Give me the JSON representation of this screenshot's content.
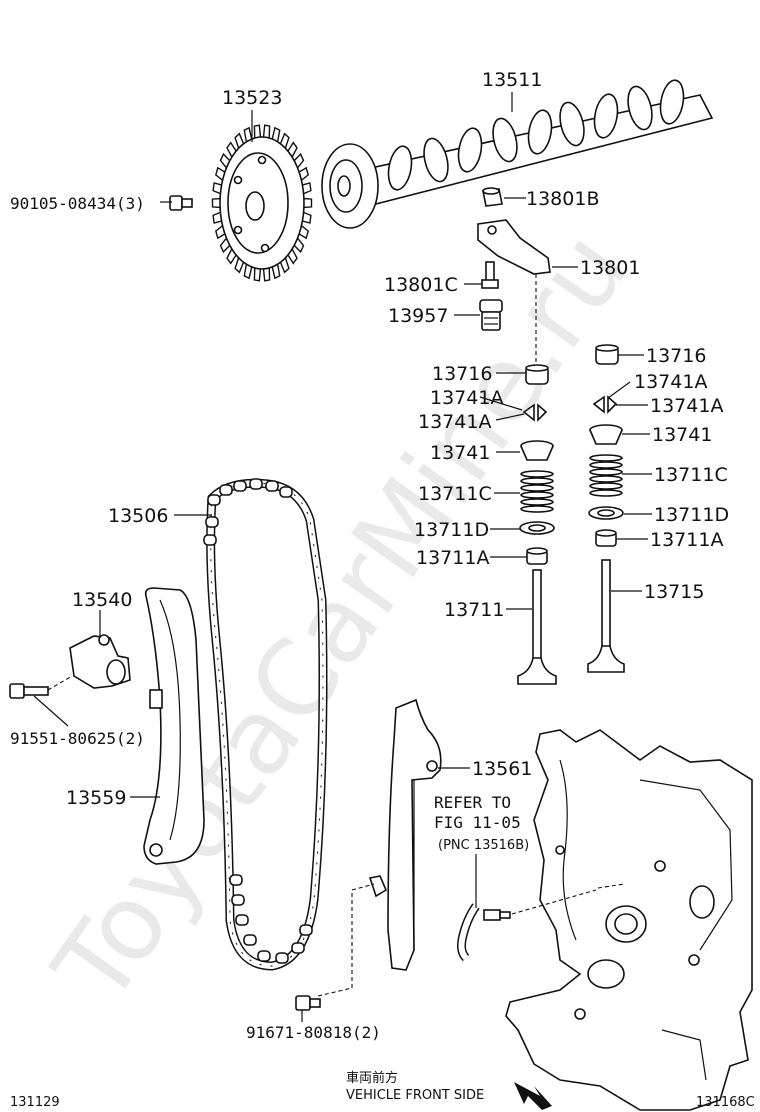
{
  "watermark": "ToyotaCarMine.ru",
  "parts": {
    "camshaft_gear": "13523",
    "camshaft": "13511",
    "gear_bolt": "90105-08434(3)",
    "rocker_nut": "13801B",
    "rocker_arm": "13801",
    "rocker_screw": "13801C",
    "lash_adjuster": "13957",
    "shim_left": "13716",
    "shim_right": "13716",
    "keeper_left_1": "13741A",
    "keeper_left_2": "13741A",
    "keeper_right_1": "13741A",
    "keeper_right_2": "13741A",
    "retainer_left": "13741",
    "retainer_right": "13741",
    "spring_left": "13711C",
    "spring_right": "13711C",
    "spring_seat_left": "13711D",
    "spring_seat_right": "13711D",
    "valve_seal_left": "13711A",
    "valve_seal_right": "13711A",
    "intake_valve": "13711",
    "exhaust_valve": "13715",
    "timing_chain": "13506",
    "chain_tensioner": "13540",
    "tensioner_bolt": "91551-80625(2)",
    "tensioner_slipper": "13559",
    "chain_damper": "13561",
    "damper_bolt": "91671-80818(2)"
  },
  "refer": {
    "line1": "REFER TO",
    "line2": "FIG 11-05",
    "line3": "(PNC 13516B)"
  },
  "footer": {
    "left_code": "131129",
    "direction_jp": "車両前方",
    "direction_en": "VEHICLE FRONT SIDE",
    "right_code": "131168C"
  }
}
